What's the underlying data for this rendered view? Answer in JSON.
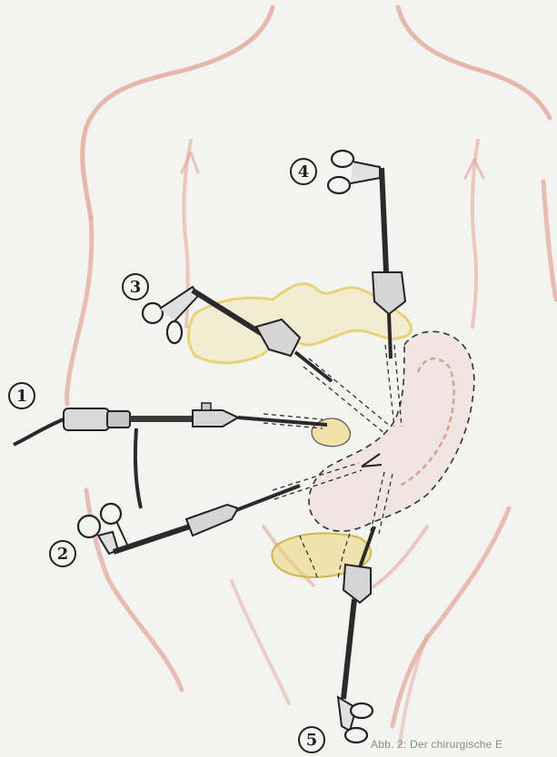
{
  "figure": {
    "caption": "Abb. 2: Der chirurgische E",
    "markers": [
      "1",
      "2",
      "3",
      "4",
      "5"
    ]
  },
  "colors": {
    "background": "#f3f3f1",
    "skin_outline": "#e2a494",
    "instrument_ink": "#2a2a2a",
    "yellow_tissue": "#e9d26a",
    "intestine_red": "#d88d82",
    "caption_text": "#8a8a8a"
  },
  "icons": [
    "scissors-grip-icon",
    "camera-cable-icon",
    "trocar-sleeve-icon"
  ]
}
